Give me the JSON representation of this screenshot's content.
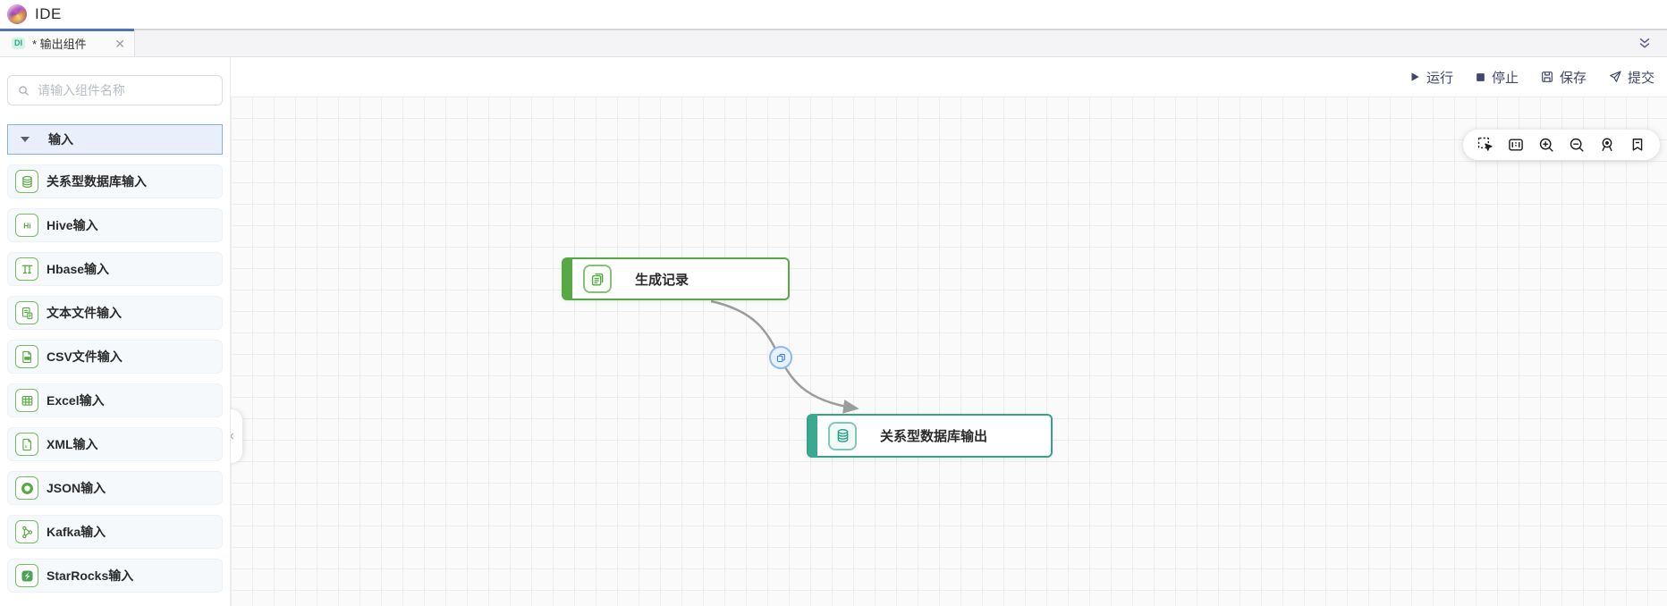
{
  "app": {
    "title": "IDE",
    "logo": "swirl-logo"
  },
  "tabbar": {
    "active_tab": {
      "badge": "DI",
      "title": "* 输出组件",
      "close_icon": "close-icon",
      "unsaved": true
    },
    "collapse_icon": "double-chevron-down-icon"
  },
  "sidebar": {
    "search": {
      "placeholder": "请输入组件名称",
      "icon": "search-icon",
      "value": ""
    },
    "section": {
      "label": "输入",
      "expanded": true
    },
    "items": [
      {
        "label": "关系型数据库输入",
        "icon": "database-icon"
      },
      {
        "label": "Hive输入",
        "icon": "hive-icon"
      },
      {
        "label": "Hbase输入",
        "icon": "hbase-icon"
      },
      {
        "label": "文本文件输入",
        "icon": "text-file-icon"
      },
      {
        "label": "CSV文件输入",
        "icon": "csv-file-icon"
      },
      {
        "label": "Excel输入",
        "icon": "excel-grid-icon"
      },
      {
        "label": "XML输入",
        "icon": "xml-file-icon"
      },
      {
        "label": "JSON输入",
        "icon": "json-ring-icon"
      },
      {
        "label": "Kafka输入",
        "icon": "kafka-icon"
      },
      {
        "label": "StarRocks输入",
        "icon": "starrocks-icon"
      }
    ],
    "collapse_handle_icon": "chevron-left-icon"
  },
  "toolbar": {
    "run_label": "运行",
    "run_icon": "play-icon",
    "stop_label": "停止",
    "stop_icon": "stop-icon",
    "save_label": "保存",
    "save_icon": "floppy-icon",
    "submit_label": "提交",
    "submit_icon": "paper-plane-icon"
  },
  "canvas": {
    "tools": [
      "marquee-select-icon",
      "minimap-icon",
      "zoom-in-icon",
      "zoom-out-icon",
      "fit-view-icon",
      "bookmark-icon"
    ],
    "nodes": [
      {
        "label": "生成记录",
        "icon": "records-icon",
        "color": "#57a945"
      },
      {
        "label": "关系型数据库输出",
        "icon": "database-icon",
        "color": "#36a389"
      }
    ],
    "edge": {
      "from": "生成记录",
      "to": "关系型数据库输出",
      "midpoint_icon": "copy-icon",
      "color": "#9c9c9c"
    }
  },
  "colors": {
    "tab_accent": "#4d74b8",
    "section_border": "#87aee8",
    "node_green": "#57a945",
    "node_teal": "#36a389",
    "edge_badge_border": "#8cbaf6",
    "toolbar_text": "#41466b",
    "badge_bg": "#d9f2e9",
    "badge_text": "#27a98c"
  }
}
